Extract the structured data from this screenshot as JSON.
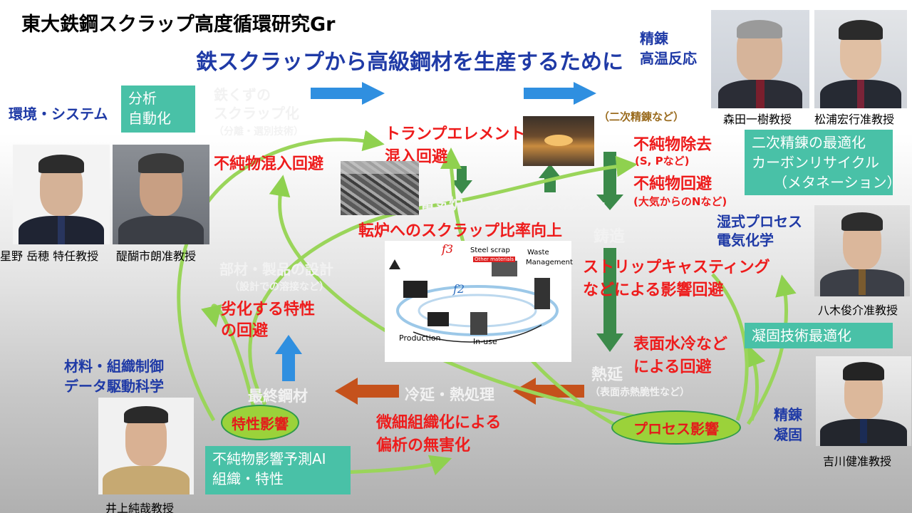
{
  "title": "東大鉄鋼スクラップ高度循環研究Gr",
  "headline": "鉄スクラップから高級鋼材を生産するために",
  "left_category": "環境・システム",
  "box_analysis": [
    "分析",
    "自動化"
  ],
  "top_right_category": [
    "精錬",
    "高温反応"
  ],
  "people": {
    "morita": "森田一樹教授",
    "matsuura": "松浦宏行准教授",
    "hoshino": "星野 岳穂 特任教授",
    "daigo": "醍醐市朗准教授",
    "yagi": "八木俊介准教授",
    "yoshikawa": "吉川健准教授",
    "inoue": "井上純哉教授"
  },
  "flow": {
    "scrap_collect": [
      "鉄くずの",
      "スクラップ化",
      "（分離・選別技術）"
    ],
    "refining_secondary": "（二次精錬など）",
    "electric_furnace": "電気炉・スクラップメルター",
    "casting": "鋳造",
    "hot_rolling": "熱延",
    "hot_rolling_note": "（表面赤熱脆性など）",
    "cold_rolling": "冷延・熱処理",
    "final_steel": "最終鋼材",
    "design": "部材・製品の設計",
    "design_note": "（設計での溶接など）"
  },
  "red_labels": {
    "impurity_mixing": "不純物混入回避",
    "tramp": [
      "トランプエレメント",
      "混入回避"
    ],
    "impurity_removal": "不純物除去",
    "removal_note": "(S, Pなど)",
    "impurity_avoid": "不純物回避",
    "avoid_note": "(大気からのNなど)",
    "converter": "転炉へのスクラップ比率向上",
    "strip_casting": [
      "ストリップキャスティング",
      "などによる影響回避"
    ],
    "degrading": [
      "劣化する特性",
      "の回避"
    ],
    "surface_cooling": [
      "表面水冷など",
      "による回避"
    ],
    "fine_structure": [
      "微細組織化による",
      "偏析の無害化"
    ]
  },
  "right_boxes": {
    "secondary": [
      "二次精錬の最適化",
      "カーボンリサイクル",
      "（メタネーション）"
    ],
    "solidification": "凝固技術最適化"
  },
  "right_categories": {
    "wet_process": [
      "湿式プロセス",
      "電気化学"
    ],
    "refining_solidification": [
      "精錬",
      "凝固"
    ]
  },
  "left_lower_category": [
    "材料・組織制御",
    "データ駆動科学"
  ],
  "box_ai": [
    "不純物影響予測AI",
    "組織・特性"
  ],
  "ovals": {
    "property": "特性影響",
    "process": "プロセス影響"
  },
  "cycle_diagram": {
    "steel_scrap": "Steel scrap",
    "other_materials": "Other materials",
    "waste": [
      "Waste",
      "Management"
    ],
    "production": "Production",
    "in_use": "In-use",
    "f3": "f3",
    "f2": "f2"
  }
}
